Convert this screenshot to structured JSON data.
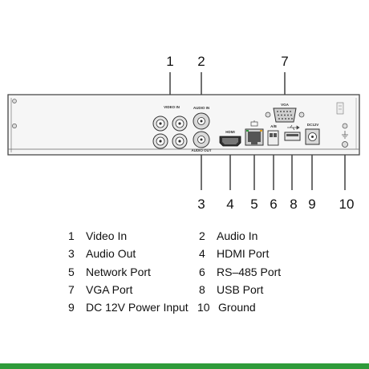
{
  "ports": {
    "video_in_label": "VIDEO IN",
    "audio_in_label": "AUDIO IN",
    "audio_out_label": "AUDIO OUT",
    "vga_label": "VGA",
    "hdmi_label": "HDMI",
    "rs485_label": "A/B",
    "dc_label": "DC12V"
  },
  "callouts": [
    "1",
    "2",
    "3",
    "4",
    "5",
    "6",
    "7",
    "8",
    "9",
    "10"
  ],
  "legend": [
    {
      "num": "1",
      "text": "Video In"
    },
    {
      "num": "2",
      "text": "Audio In"
    },
    {
      "num": "3",
      "text": "Audio Out"
    },
    {
      "num": "4",
      "text": "HDMI Port"
    },
    {
      "num": "5",
      "text": "Network Port"
    },
    {
      "num": "6",
      "text": "RS–485 Port"
    },
    {
      "num": "7",
      "text": "VGA Port"
    },
    {
      "num": "8",
      "text": "USB Port"
    },
    {
      "num": "9",
      "text": "DC 12V Power Input"
    },
    {
      "num": "10",
      "text": "Ground"
    }
  ],
  "colors": {
    "accent_green": "#2e9b3a",
    "line": "#111111",
    "panel_fill": "#f4f4f4",
    "panel_stroke": "#444444"
  }
}
